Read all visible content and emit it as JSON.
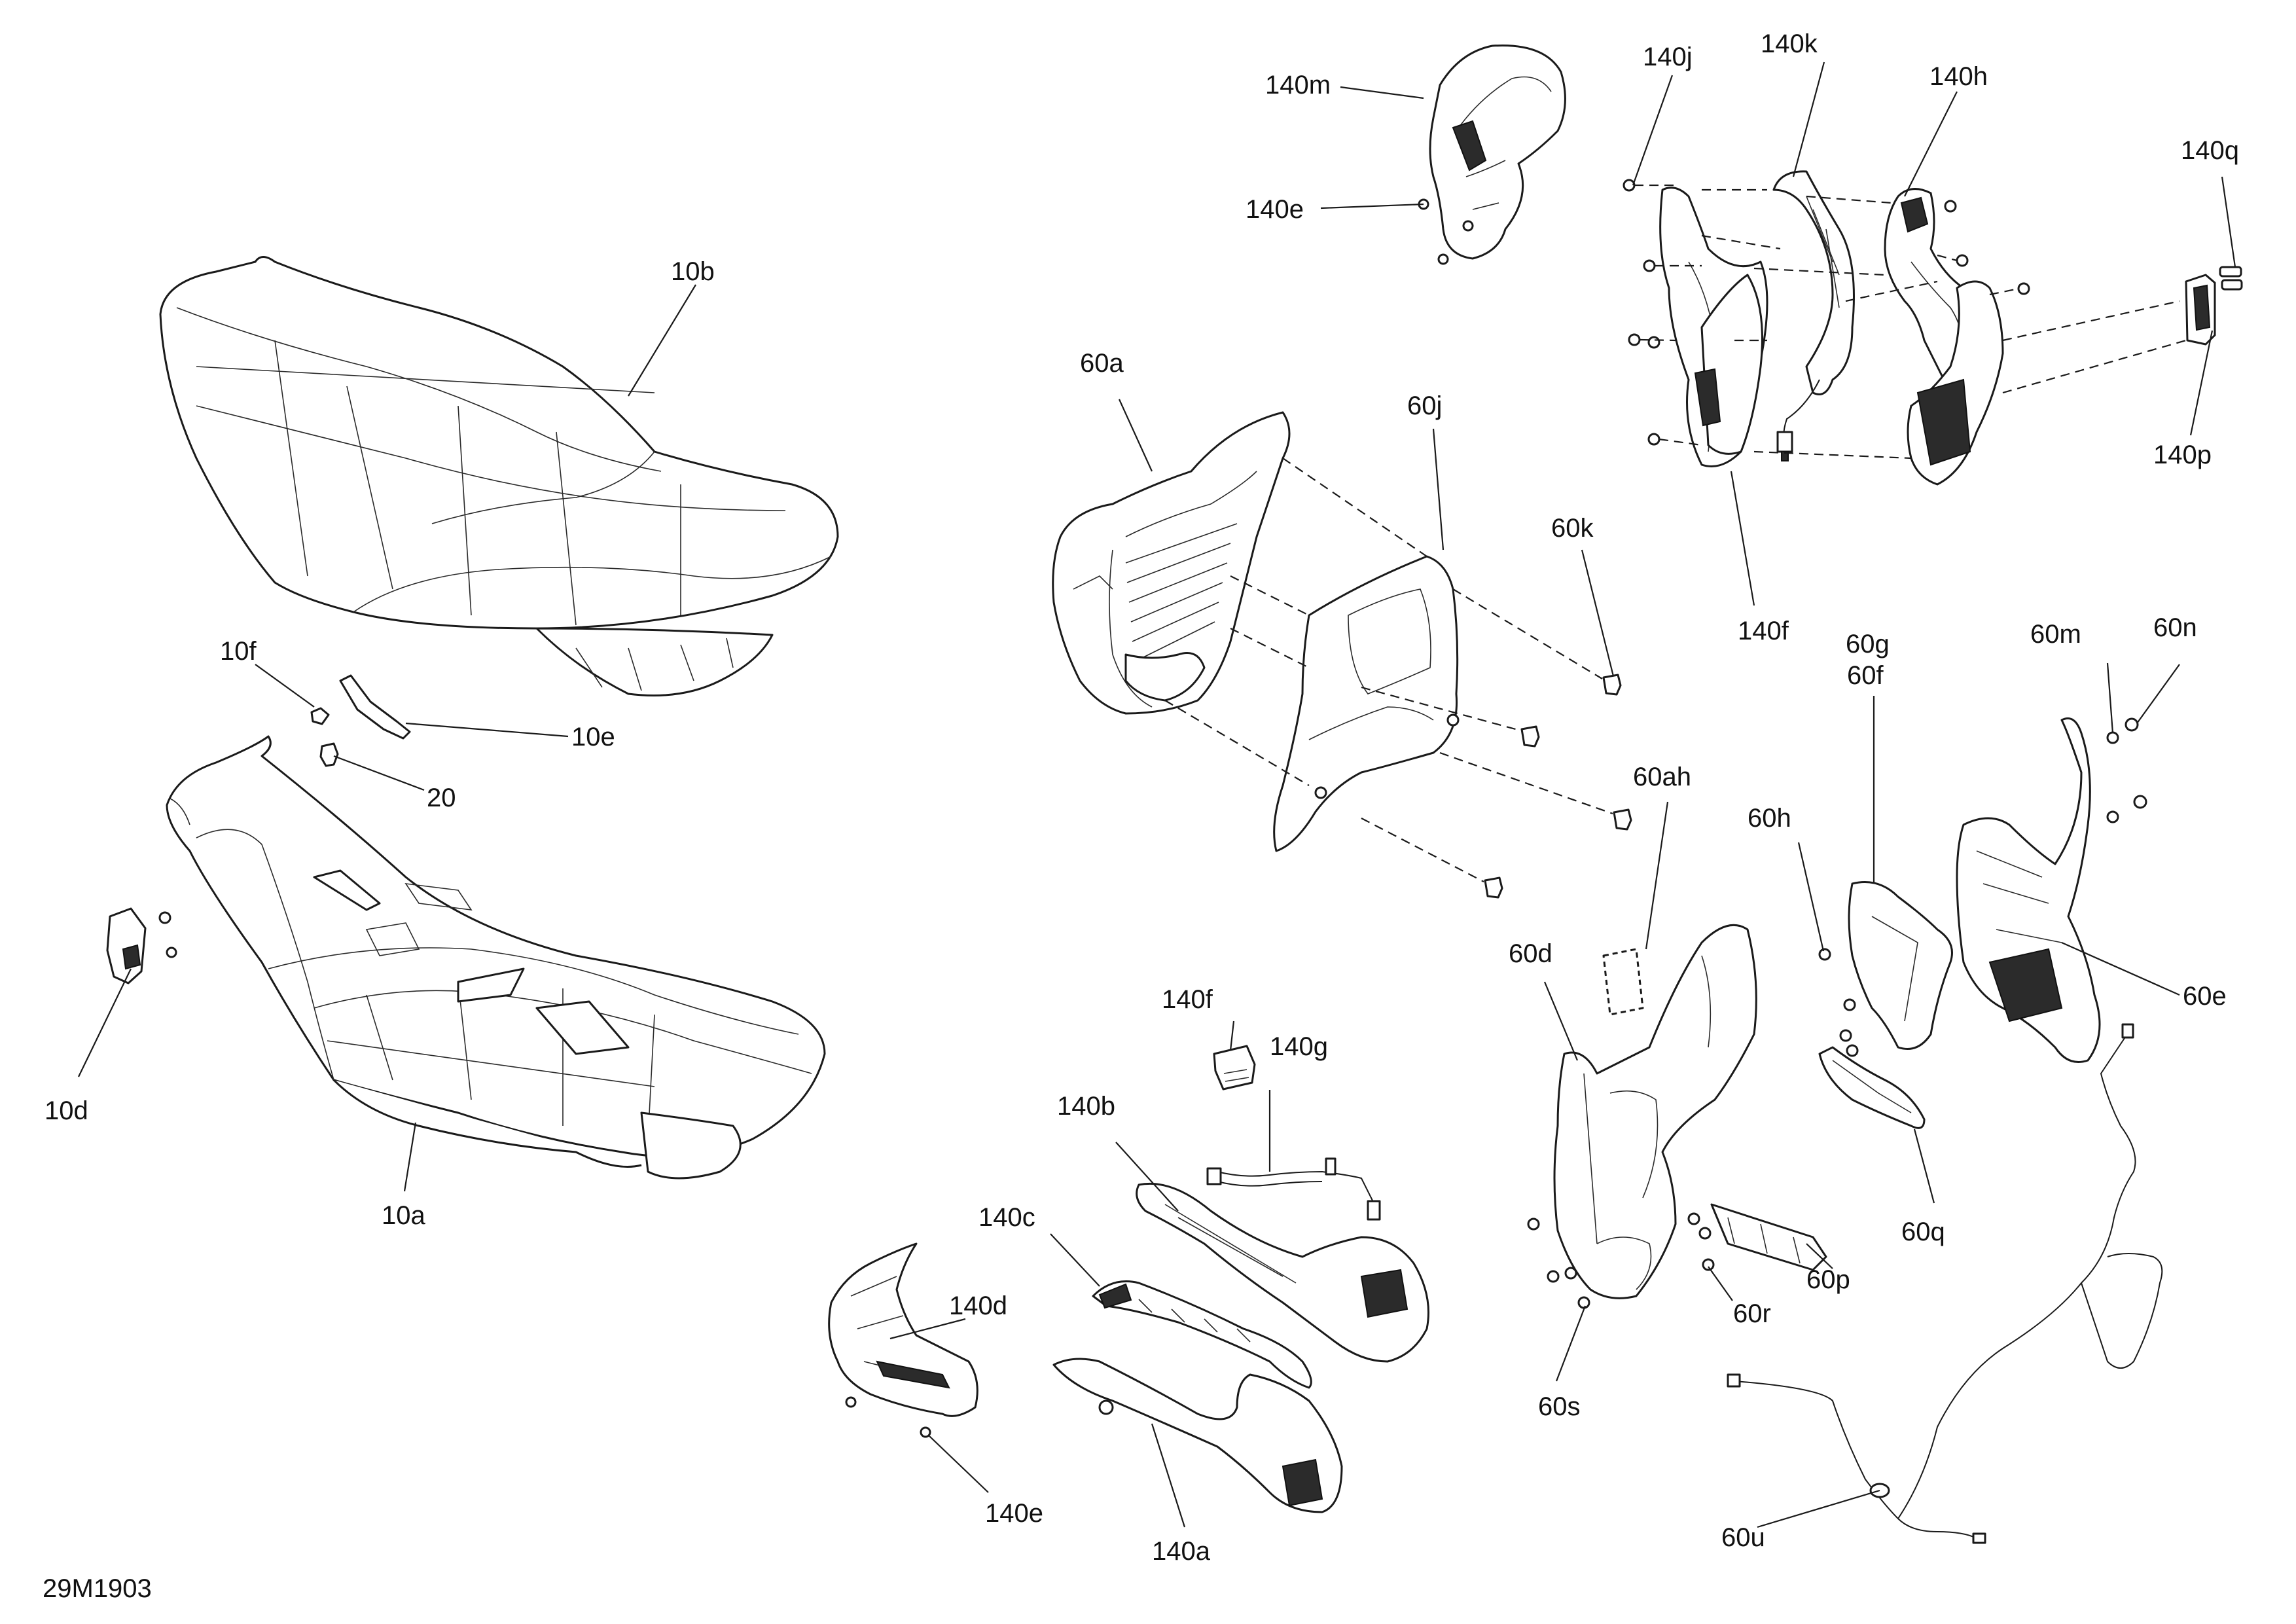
{
  "diagram_code": "29M1903",
  "callouts": [
    {
      "id": "10b",
      "text": "10b"
    },
    {
      "id": "10f",
      "text": "10f"
    },
    {
      "id": "10e",
      "text": "10e"
    },
    {
      "id": "20",
      "text": "20"
    },
    {
      "id": "10d",
      "text": "10d"
    },
    {
      "id": "10a",
      "text": "10a"
    },
    {
      "id": "140m",
      "text": "140m"
    },
    {
      "id": "140e_top",
      "text": "140e"
    },
    {
      "id": "140j",
      "text": "140j"
    },
    {
      "id": "140k",
      "text": "140k"
    },
    {
      "id": "140h",
      "text": "140h"
    },
    {
      "id": "140q",
      "text": "140q"
    },
    {
      "id": "140p",
      "text": "140p"
    },
    {
      "id": "140f_top",
      "text": "140f"
    },
    {
      "id": "60a",
      "text": "60a"
    },
    {
      "id": "60j",
      "text": "60j"
    },
    {
      "id": "60k",
      "text": "60k"
    },
    {
      "id": "60g",
      "text": "60g"
    },
    {
      "id": "60f",
      "text": "60f"
    },
    {
      "id": "60m",
      "text": "60m"
    },
    {
      "id": "60n",
      "text": "60n"
    },
    {
      "id": "60ah",
      "text": "60ah"
    },
    {
      "id": "60h",
      "text": "60h"
    },
    {
      "id": "60d",
      "text": "60d"
    },
    {
      "id": "60e",
      "text": "60e"
    },
    {
      "id": "60q",
      "text": "60q"
    },
    {
      "id": "60p",
      "text": "60p"
    },
    {
      "id": "60r",
      "text": "60r"
    },
    {
      "id": "60s",
      "text": "60s"
    },
    {
      "id": "60u",
      "text": "60u"
    },
    {
      "id": "140f_mid",
      "text": "140f"
    },
    {
      "id": "140g",
      "text": "140g"
    },
    {
      "id": "140b",
      "text": "140b"
    },
    {
      "id": "140c",
      "text": "140c"
    },
    {
      "id": "140d",
      "text": "140d"
    },
    {
      "id": "140e_bot",
      "text": "140e"
    },
    {
      "id": "140a",
      "text": "140a"
    }
  ]
}
